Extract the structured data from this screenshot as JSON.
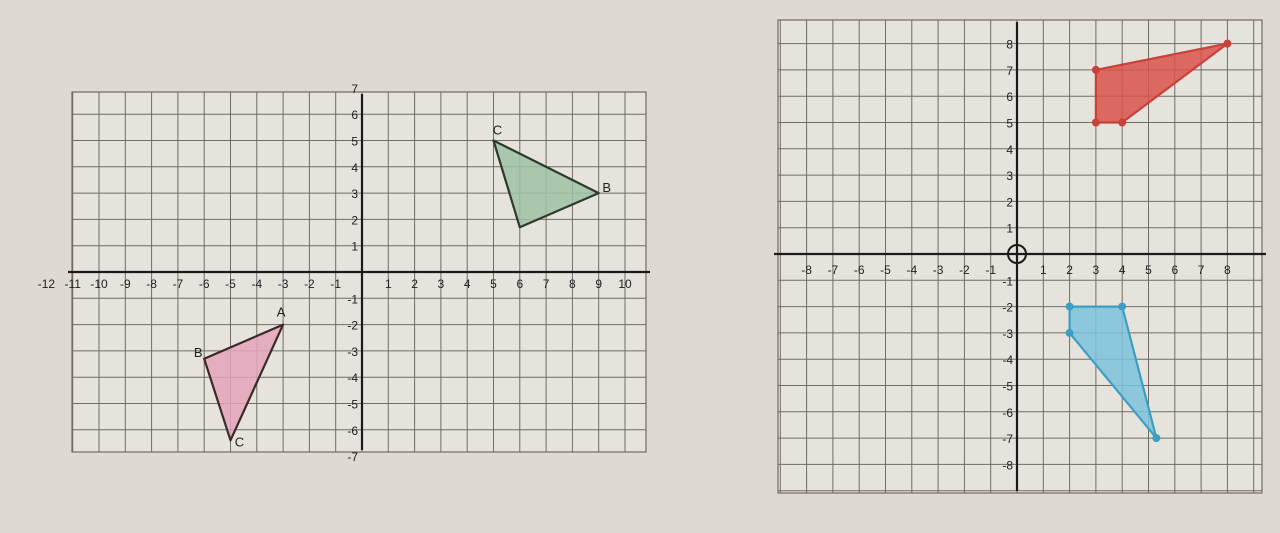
{
  "figures": [
    {
      "id": "left",
      "x_range": [
        -12,
        10
      ],
      "y_range": [
        -7,
        7
      ],
      "x_tick_labels": [
        "-12",
        "-11",
        "-10",
        "-9",
        "-8",
        "-7",
        "-6",
        "-5",
        "-4",
        "-3",
        "-2",
        "-1",
        "1",
        "2",
        "3",
        "4",
        "5",
        "6",
        "7",
        "8",
        "9",
        "10"
      ],
      "y_tick_labels": [
        "7",
        "6",
        "5",
        "4",
        "3",
        "2",
        "1",
        "-1",
        "-2",
        "-3",
        "-4",
        "-5",
        "-6",
        "-7"
      ],
      "shapes": [
        {
          "name": "pink-triangle",
          "fill": "#e3a4bb",
          "stroke": "#3a2a2a",
          "points": [
            [
              -3,
              -2
            ],
            [
              -6,
              -3.3
            ],
            [
              -5,
              -6.4
            ]
          ],
          "labels": [
            "A",
            "B",
            "C"
          ]
        },
        {
          "name": "green-triangle",
          "fill": "#9ec2a5",
          "stroke": "#2f3a2f",
          "points": [
            [
              5,
              5
            ],
            [
              9,
              3
            ],
            [
              6,
              1.7
            ]
          ],
          "labels": [
            "C",
            "B",
            ""
          ]
        }
      ]
    },
    {
      "id": "right",
      "x_range": [
        -8,
        8
      ],
      "y_range": [
        -8,
        8
      ],
      "x_tick_labels": [
        "-8",
        "-7",
        "-6",
        "-5",
        "-4",
        "-3",
        "-2",
        "-1",
        "1",
        "2",
        "3",
        "4",
        "5",
        "6",
        "7",
        "8"
      ],
      "y_tick_labels": [
        "8",
        "7",
        "6",
        "5",
        "4",
        "3",
        "2",
        "1",
        "-1",
        "-2",
        "-3",
        "-4",
        "-5",
        "-6",
        "-7",
        "-8"
      ],
      "origin_marker": true,
      "shapes": [
        {
          "name": "red-quadrilateral",
          "fill": "#d9534a",
          "stroke": "#c8413a",
          "points": [
            [
              3,
              7
            ],
            [
              8,
              8
            ],
            [
              4,
              5
            ],
            [
              3,
              5
            ]
          ],
          "labels": []
        },
        {
          "name": "blue-quadrilateral",
          "fill": "#7cc2dc",
          "stroke": "#3c9ec3",
          "points": [
            [
              2,
              -2
            ],
            [
              4,
              -2
            ],
            [
              5.3,
              -7
            ],
            [
              2,
              -3
            ]
          ],
          "labels": []
        }
      ]
    }
  ]
}
